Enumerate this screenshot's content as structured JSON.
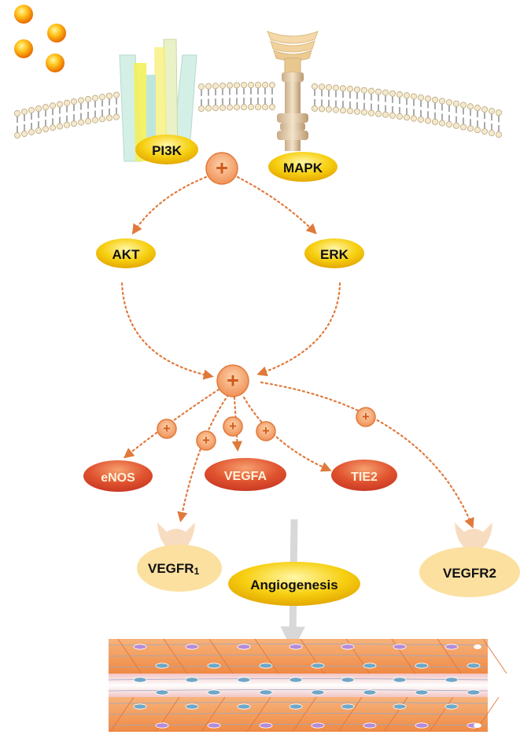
{
  "nodes": {
    "pi3k": "PI3K",
    "mapk": "MAPK",
    "akt": "AKT",
    "erk": "ERK",
    "enos": "eNOS",
    "vegfa": "VEGFA",
    "tie2": "TIE2",
    "vegfr1_main": "VEGFR",
    "vegfr1_sub": "1",
    "vegfr2": "VEGFR2",
    "angiogenesis": "Angiogenesis"
  },
  "symbols": {
    "activation": "+"
  },
  "colors": {
    "arrow": "#e07a3c",
    "node_yellow": "#f5c400",
    "node_red": "#d9452a",
    "node_red_text": "#fff2d8",
    "receptor_body": "#fbe0a0",
    "plus_fill": "#f7a86b",
    "vessel_orange": "#f29a55"
  }
}
